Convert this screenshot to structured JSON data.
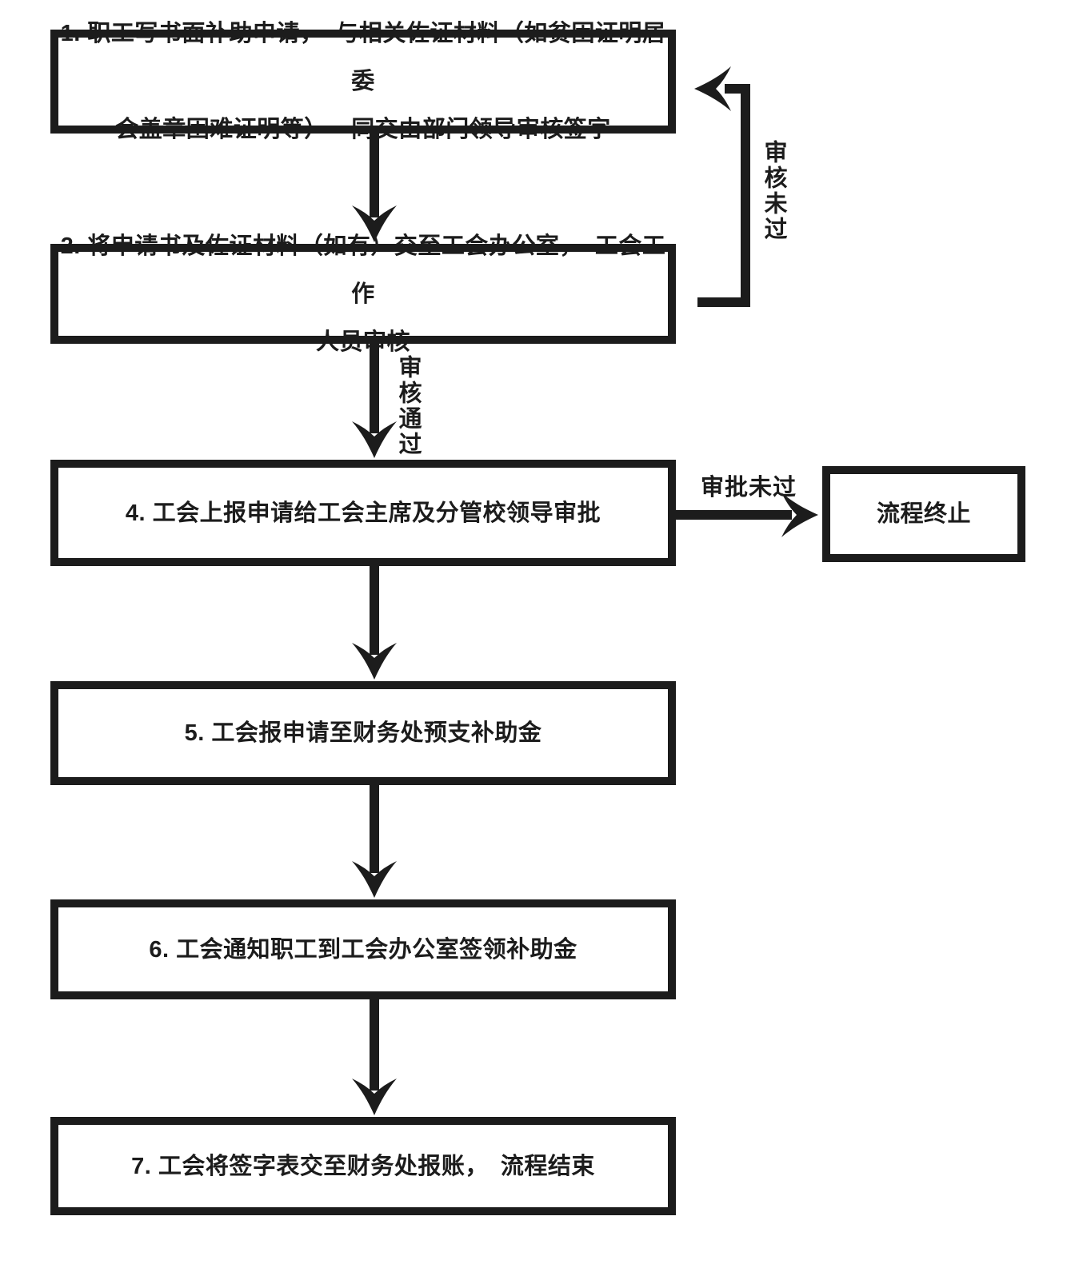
{
  "colors": {
    "ink": "#1c1c1c",
    "background": "#ffffff"
  },
  "flowchart": {
    "steps": [
      {
        "id": "step1",
        "lines": [
          "1. 职工写书面补助申请，　与相关佐证材料（如贫困证明居委",
          "会盖章困难证明等）一同交由部门领导审核签字"
        ]
      },
      {
        "id": "step2",
        "lines": [
          "2. 将申请书及佐证材料（如有）交至工会办公室，　工会工作",
          "人员审核"
        ]
      },
      {
        "id": "step4",
        "lines": [
          "4. 工会上报申请给工会主席及分管校领导审批"
        ]
      },
      {
        "id": "step5",
        "lines": [
          "5. 工会报申请至财务处预支补助金"
        ]
      },
      {
        "id": "step6",
        "lines": [
          "6. 工会通知职工到工会办公室签领补助金"
        ]
      },
      {
        "id": "step7",
        "lines": [
          "7. 工会将签字表交至财务处报账，　流程结束"
        ]
      }
    ],
    "terminal": {
      "text": "流程终止"
    },
    "edge_labels": {
      "review_fail": "审核未过",
      "review_pass": "审核通过",
      "approve_fail": "审批未过"
    }
  }
}
